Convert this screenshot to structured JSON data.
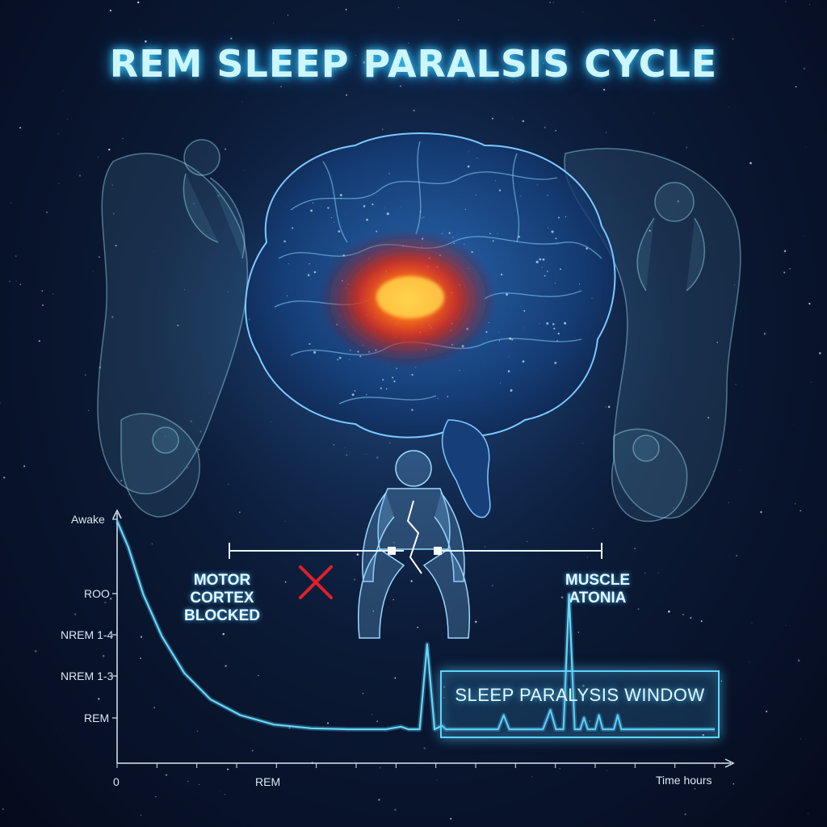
{
  "title": "REM SLEEP PARALSIS CYCLE",
  "labels": {
    "motor_cortex": "MOTOR CORTEX\nBLOCKED",
    "muscle_atonia": "MUSCLE\nATONIA",
    "window": "SLEEP PARALYSIS WINDOW"
  },
  "chart_data": {
    "type": "line",
    "y_tick_labels": [
      "Awake",
      "ROO",
      "NREM 1-4",
      "NREM 1-3",
      "REM"
    ],
    "x_tick_labels": [
      "0",
      "REM"
    ],
    "xlabel": "Time hours",
    "ylabel": "",
    "series": [
      {
        "points": [
          [
            0,
            4
          ],
          [
            0.3,
            3.5
          ],
          [
            0.7,
            2.6
          ],
          [
            1.2,
            1.8
          ],
          [
            1.8,
            1.1
          ],
          [
            2.5,
            0.6
          ],
          [
            3.3,
            0.3
          ],
          [
            4.2,
            0.12
          ],
          [
            5.2,
            0.05
          ],
          [
            6.2,
            0.03
          ],
          [
            7.2,
            0.03
          ],
          [
            7.6,
            0.08
          ],
          [
            7.8,
            0.03
          ],
          [
            8.1,
            0.03
          ],
          [
            8.3,
            1.65
          ],
          [
            8.5,
            0.03
          ],
          [
            8.7,
            0.1
          ],
          [
            8.8,
            0.03
          ],
          [
            10.2,
            0.03
          ],
          [
            10.35,
            0.3
          ],
          [
            10.5,
            0.03
          ],
          [
            11.4,
            0.03
          ],
          [
            11.6,
            0.4
          ],
          [
            11.75,
            0.03
          ],
          [
            11.95,
            0.03
          ],
          [
            12.1,
            2.6
          ],
          [
            12.25,
            0.03
          ],
          [
            12.4,
            0.03
          ],
          [
            12.5,
            0.25
          ],
          [
            12.6,
            0.03
          ],
          [
            12.8,
            0.03
          ],
          [
            12.9,
            0.3
          ],
          [
            13.0,
            0.03
          ],
          [
            13.3,
            0.03
          ],
          [
            13.4,
            0.3
          ],
          [
            13.5,
            0.03
          ],
          [
            16,
            0.03
          ]
        ]
      }
    ],
    "xlim": [
      0,
      16
    ],
    "ylim": [
      0,
      4
    ],
    "annotations": [
      "SLEEP PARALYSIS WINDOW"
    ]
  },
  "colors": {
    "line": "#64d8ff",
    "brain_core": "#ff3010",
    "accent": "#5fd3ff",
    "x_mark": "#e0202a"
  }
}
